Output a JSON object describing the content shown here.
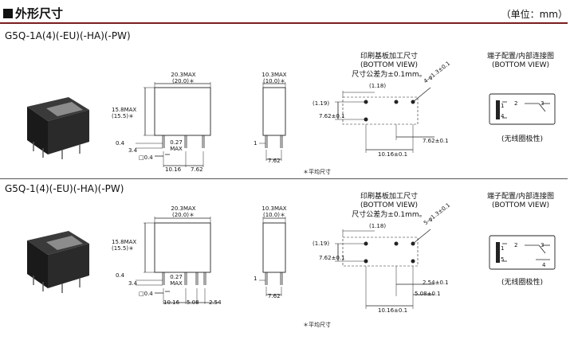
{
  "header": {
    "title": "外形尺寸",
    "unit": "（单位：mm）"
  },
  "sections": [
    {
      "model": "G5Q-1A(4)(-EU)(-HA)(-PW)",
      "side": {
        "width_label": "20.3MAX",
        "width_avg": "(20.0)＊",
        "height_label": "15.8MAX",
        "height_avg": "(15.5)＊",
        "pin_len": "0.4",
        "pin_pitch": "3.4",
        "pin_w": "0.27",
        "pin_w_max": "MAX",
        "pin_sq": "□0.4",
        "dim_a": "10.16",
        "dim_b": "7.62",
        "dim_c": ""
      },
      "end": {
        "width_label": "10.3MAX",
        "width_avg": "(10.0)＊",
        "pin_offset": "1",
        "bottom": "7.62"
      },
      "avg_note": "＊平均尺寸",
      "pcb": {
        "title": "印刷基板加工尺寸",
        "view": "(BOTTOM VIEW)",
        "tol": "尺寸公差为±0.1mm。",
        "d118": "(1.18)",
        "d119": "(1.19)",
        "d762": "7.62±0.1",
        "d762b": "7.62±0.1",
        "d254": "",
        "holes": "4-φ1.3±0.1",
        "d1016": "10.16±0.1"
      },
      "term": {
        "title": "端子配置/内部连接图",
        "view": "(BOTTOM VIEW)",
        "note": "(无线圈极性)",
        "pins": [
          "1",
          "2",
          "3",
          "4"
        ]
      }
    },
    {
      "model": "G5Q-1(4)(-EU)(-HA)(-PW)",
      "side": {
        "width_label": "20.3MAX",
        "width_avg": "(20.0)＊",
        "height_label": "15.8MAX",
        "height_avg": "(15.5)＊",
        "pin_len": "0.4",
        "pin_pitch": "3.4",
        "pin_w": "0.27",
        "pin_w_max": "MAX",
        "pin_sq": "□0.4",
        "dim_a": "10.16",
        "dim_b": "5.08",
        "dim_c": "2.54"
      },
      "end": {
        "width_label": "10.3MAX",
        "width_avg": "(10.0)＊",
        "pin_offset": "1",
        "bottom": "7.62"
      },
      "avg_note": "＊平均尺寸",
      "pcb": {
        "title": "印刷基板加工尺寸",
        "view": "(BOTTOM VIEW)",
        "tol": "尺寸公差为±0.1mm。",
        "d118": "(1.18)",
        "d119": "(1.19)",
        "d762": "7.62±0.1",
        "d762b": "5.08±0.1",
        "d254": "2.54±0.1",
        "holes": "5-φ1.3±0.1",
        "d1016": "10.16±0.1"
      },
      "term": {
        "title": "端子配置/内部连接图",
        "view": "(BOTTOM VIEW)",
        "note": "(无线圈极性)",
        "pins": [
          "1",
          "2",
          "3",
          "4",
          "5"
        ]
      }
    }
  ]
}
